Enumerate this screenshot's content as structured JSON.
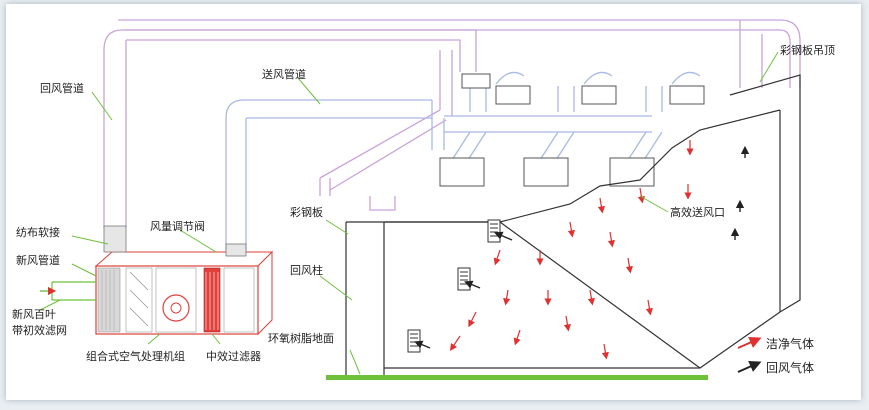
{
  "labels": {
    "return_duct": "回风管道",
    "supply_duct": "送风管道",
    "color_steel_ceiling": "彩钢板吊顶",
    "fabric_joint": "纺布软接",
    "air_volume_valve": "风量调节阀",
    "fresh_air_duct": "新风管道",
    "color_steel_panel": "彩钢板",
    "return_column": "回风柱",
    "hepa_outlet": "高效送风口",
    "fresh_louver_line1": "新风百叶",
    "fresh_louver_line2": "带初效滤网",
    "ahu": "组合式空气处理机组",
    "medium_filter": "中效过滤器",
    "epoxy_floor": "环氧树脂地面"
  },
  "legend": {
    "clean_air": "洁净气体",
    "return_air": "回风气体"
  },
  "colors": {
    "return_duct": "#c9a3d9",
    "supply_duct": "#a9b9e6",
    "floor": "#6fc13a",
    "clean_arrow": "#e03030",
    "return_arrow": "#222222",
    "filter": "#e0403a"
  }
}
